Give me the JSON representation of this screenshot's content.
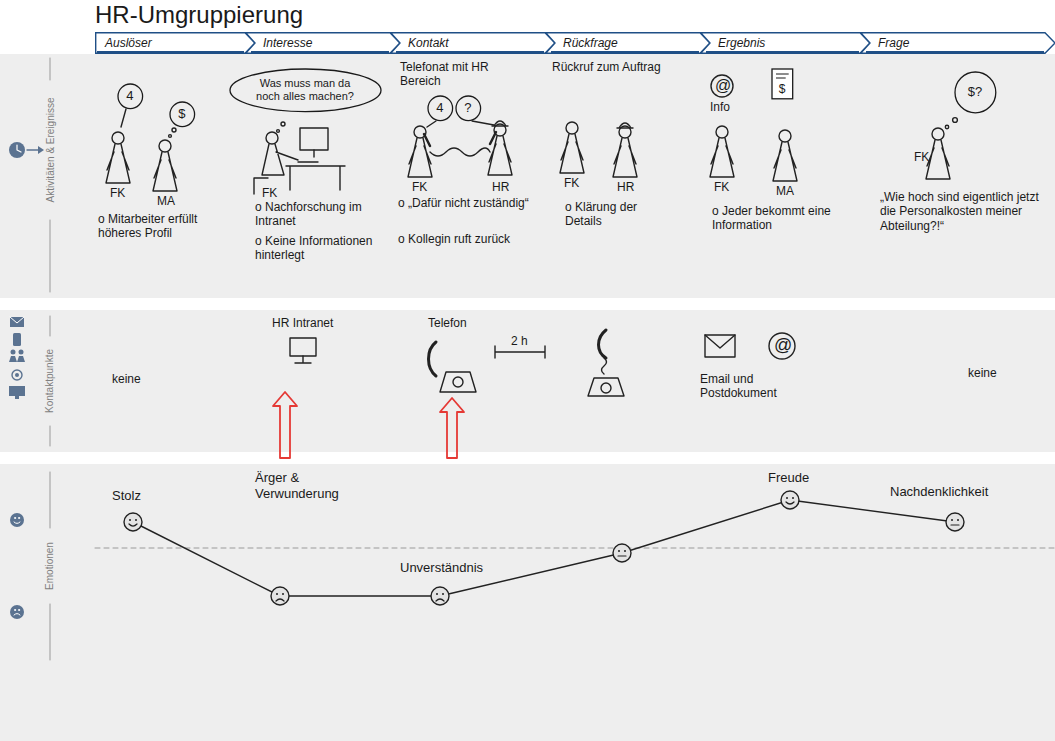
{
  "diagram": {
    "title": "HR-Umgruppierung",
    "nodes": [
      {
        "text": [
          "Auslöser"
        ]
      },
      {
        "text": [
          "Interesse"
        ]
      },
      {
        "text": [
          "Kontakt"
        ]
      },
      {
        "text": [
          "Rückfrage"
        ]
      },
      {
        "text": [
          "Ergebnis"
        ]
      },
      {
        "text": [
          "Frage"
        ]
      },
      {
        "text": [
          "Aktivitäten & Ereignisse"
        ]
      },
      {
        "text": [
          "4"
        ],
        "in": 6
      },
      {
        "text": [
          "$"
        ],
        "in": 6
      },
      {
        "text": [
          "Was muss man da noch alles machen?"
        ],
        "in": 6
      },
      {
        "text": [
          "4"
        ],
        "in": 6
      },
      {
        "text": [
          "?"
        ],
        "in": 6
      },
      {
        "text": [
          "$"
        ],
        "in": 6
      },
      {
        "text": [
          "$?"
        ],
        "in": 6
      },
      {
        "text": [
          "Kontaktpunkte"
        ]
      },
      {
        "text": [
          "Emotionen"
        ]
      }
    ],
    "labels": [
      "FK",
      "MA",
      "o Mitarbeiter erfüllt höheres Profil",
      "FK",
      "o Nachforschung im Intranet",
      "o Keine Informationen hinterlegt",
      "Telefonat mit HR Bereich",
      "FK",
      "HR",
      "o „Dafür nicht zuständig“",
      "o Kollegin ruft zurück",
      "Rückruf zum Auftrag",
      "FK",
      "HR",
      "o Klärung der Details",
      "@",
      "Info",
      "FK",
      "MA",
      "o Jeder bekommt eine Information",
      "FK",
      "„Wie hoch sind eigentlich jetzt die Personalkosten meiner Abteilung?!“",
      "keine",
      "HR Intranet",
      "Telefon",
      "2 h",
      "@",
      "Email und Postdokument",
      "keine",
      "Stolz",
      "Ärger & Verwunderung",
      "Unverständnis",
      "Freude",
      "Nachdenklichkeit"
    ]
  }
}
